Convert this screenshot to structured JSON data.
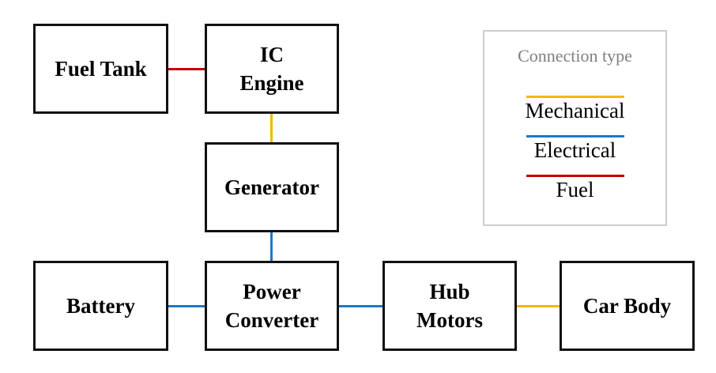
{
  "diagram": {
    "blocks": {
      "fuel_tank": "Fuel Tank",
      "ic_engine": "IC\nEngine",
      "generator": "Generator",
      "battery": "Battery",
      "power_converter": "Power\nConverter",
      "hub_motors": "Hub\nMotors",
      "car_body": "Car Body"
    },
    "connections": [
      {
        "from": "Fuel Tank",
        "to": "IC Engine",
        "type": "Fuel"
      },
      {
        "from": "IC Engine",
        "to": "Generator",
        "type": "Mechanical"
      },
      {
        "from": "Generator",
        "to": "Power Converter",
        "type": "Electrical"
      },
      {
        "from": "Battery",
        "to": "Power Converter",
        "type": "Electrical"
      },
      {
        "from": "Power Converter",
        "to": "Hub Motors",
        "type": "Electrical"
      },
      {
        "from": "Hub Motors",
        "to": "Car Body",
        "type": "Mechanical"
      }
    ]
  },
  "colors": {
    "mechanical": "#f5b800",
    "electrical": "#1e78c8",
    "fuel": "#c00000"
  },
  "legend": {
    "title": "Connection type",
    "items": [
      "Mechanical",
      "Electrical",
      "Fuel"
    ]
  }
}
